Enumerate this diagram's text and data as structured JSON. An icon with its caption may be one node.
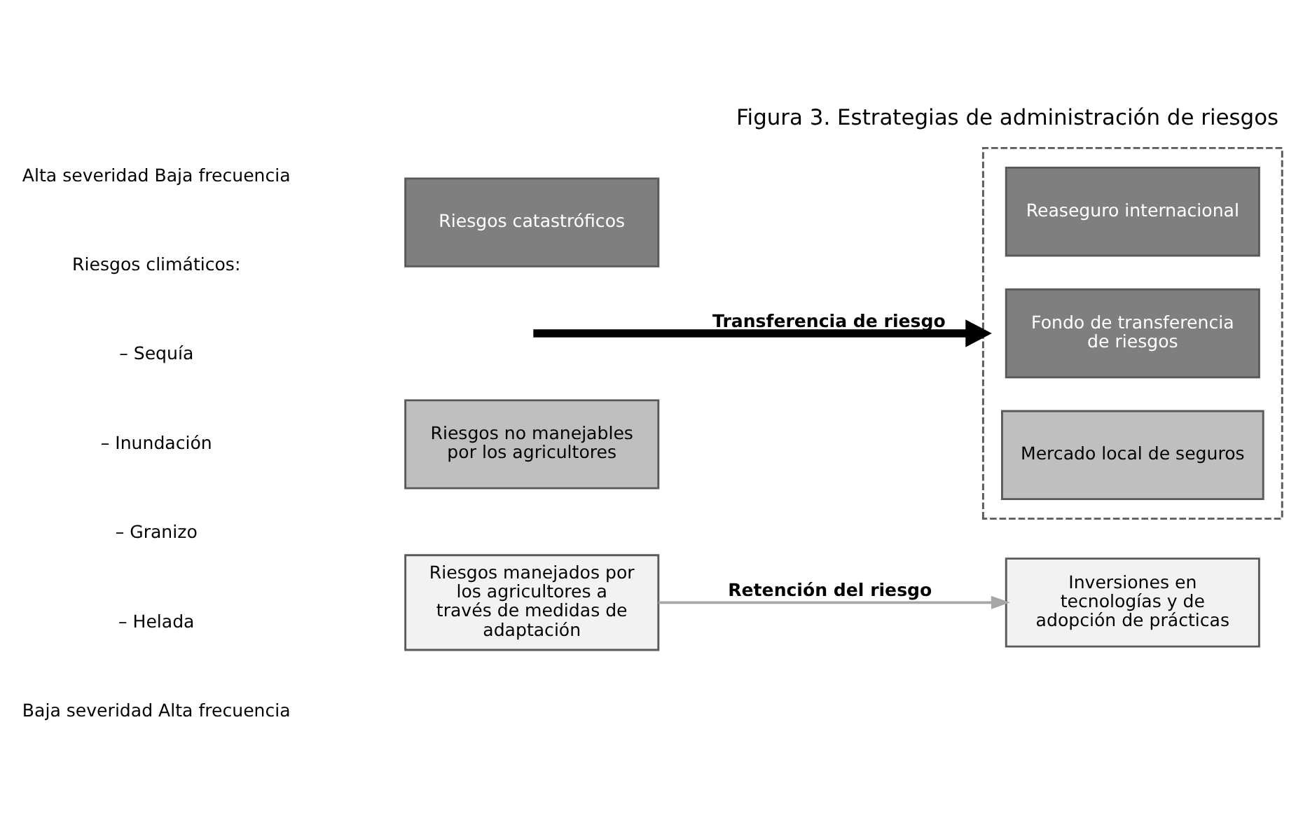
{
  "diagram": {
    "title": "Figura 3. Estrategias de administración de riesgos",
    "nodes": [
      {
        "text": [
          "Riesgos catastróficos"
        ]
      },
      {
        "text": [
          "Riesgos no manejables por los agricultores"
        ]
      },
      {
        "text": [
          "Riesgos manejados por los agricultores a través de medidas de adaptación"
        ]
      },
      {
        "text": [],
        "shape": "bracket"
      },
      {
        "text": [
          "Reaseguro internacional"
        ],
        "in": 3
      },
      {
        "text": [
          "Fondo de transferencia de riesgos"
        ],
        "in": 3
      },
      {
        "text": [
          "Mercado local de seguros"
        ],
        "in": 3
      },
      {
        "text": [
          "Inversiones en tecnologías y de adopción de prácticas"
        ]
      }
    ],
    "edges": [
      {
        "from": null,
        "to": 3,
        "arrow": "to",
        "label": "Transferencia de riesgo",
        "style": "thick"
      },
      {
        "from": 2,
        "to": 7,
        "arrow": "to",
        "label": "Retención del riesgo",
        "color": "#a6a6a6"
      }
    ],
    "labels": [
      "Alta severidad Baja frecuencia",
      "Riesgos climáticos:",
      "– Sequía",
      "– Inundación",
      "– Granizo",
      "– Helada",
      "Baja severidad Alta frecuencia"
    ]
  }
}
